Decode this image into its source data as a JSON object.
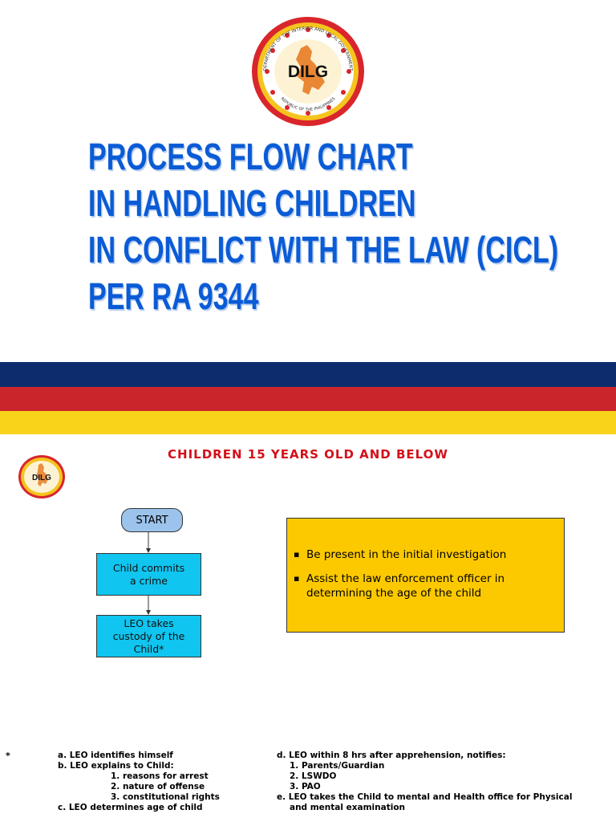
{
  "slide1": {
    "seal": {
      "icon": "dilg-seal-icon",
      "label": "DILG",
      "ring_text_top": "DEPARTMENT OF THE INTERIOR AND LOCAL GOVERNMENT",
      "ring_text_bottom": "REPUBLIC OF THE PHILIPPINES"
    },
    "title_lines": [
      "PROCESS FLOW CHART",
      "IN HANDLING CHILDREN",
      "IN CONFLICT WITH THE LAW (CICL)",
      "PER RA 9344"
    ],
    "bands": [
      "#0d2c6e",
      "#c9252b",
      "#f8d31a"
    ]
  },
  "slide2": {
    "seal": {
      "icon": "dilg-seal-icon",
      "label": "DILG"
    },
    "subtitle": "CHILDREN 15 YEARS OLD AND BELOW",
    "flow": {
      "start": "START",
      "step1": "Child commits a crime",
      "step2": "LEO takes custody of the Child*"
    },
    "info": [
      "Be present in the initial investigation",
      "Assist the law enforcement officer in determining the age of the child"
    ],
    "footnote_marker": "*",
    "notes_left": [
      "a. LEO identifies himself",
      "b. LEO  explains to Child:",
      "1.  reasons for arrest",
      "2.  nature of offense",
      "3.  constitutional rights",
      "c. LEO determines age of child"
    ],
    "notes_right": [
      "d. LEO within 8 hrs after apprehension, notifies:",
      "1.  Parents/Guardian",
      "2.  LSWDO",
      "3.  PAO",
      "e. LEO takes the Child to mental and Health office for Physical",
      "and mental examination"
    ]
  }
}
